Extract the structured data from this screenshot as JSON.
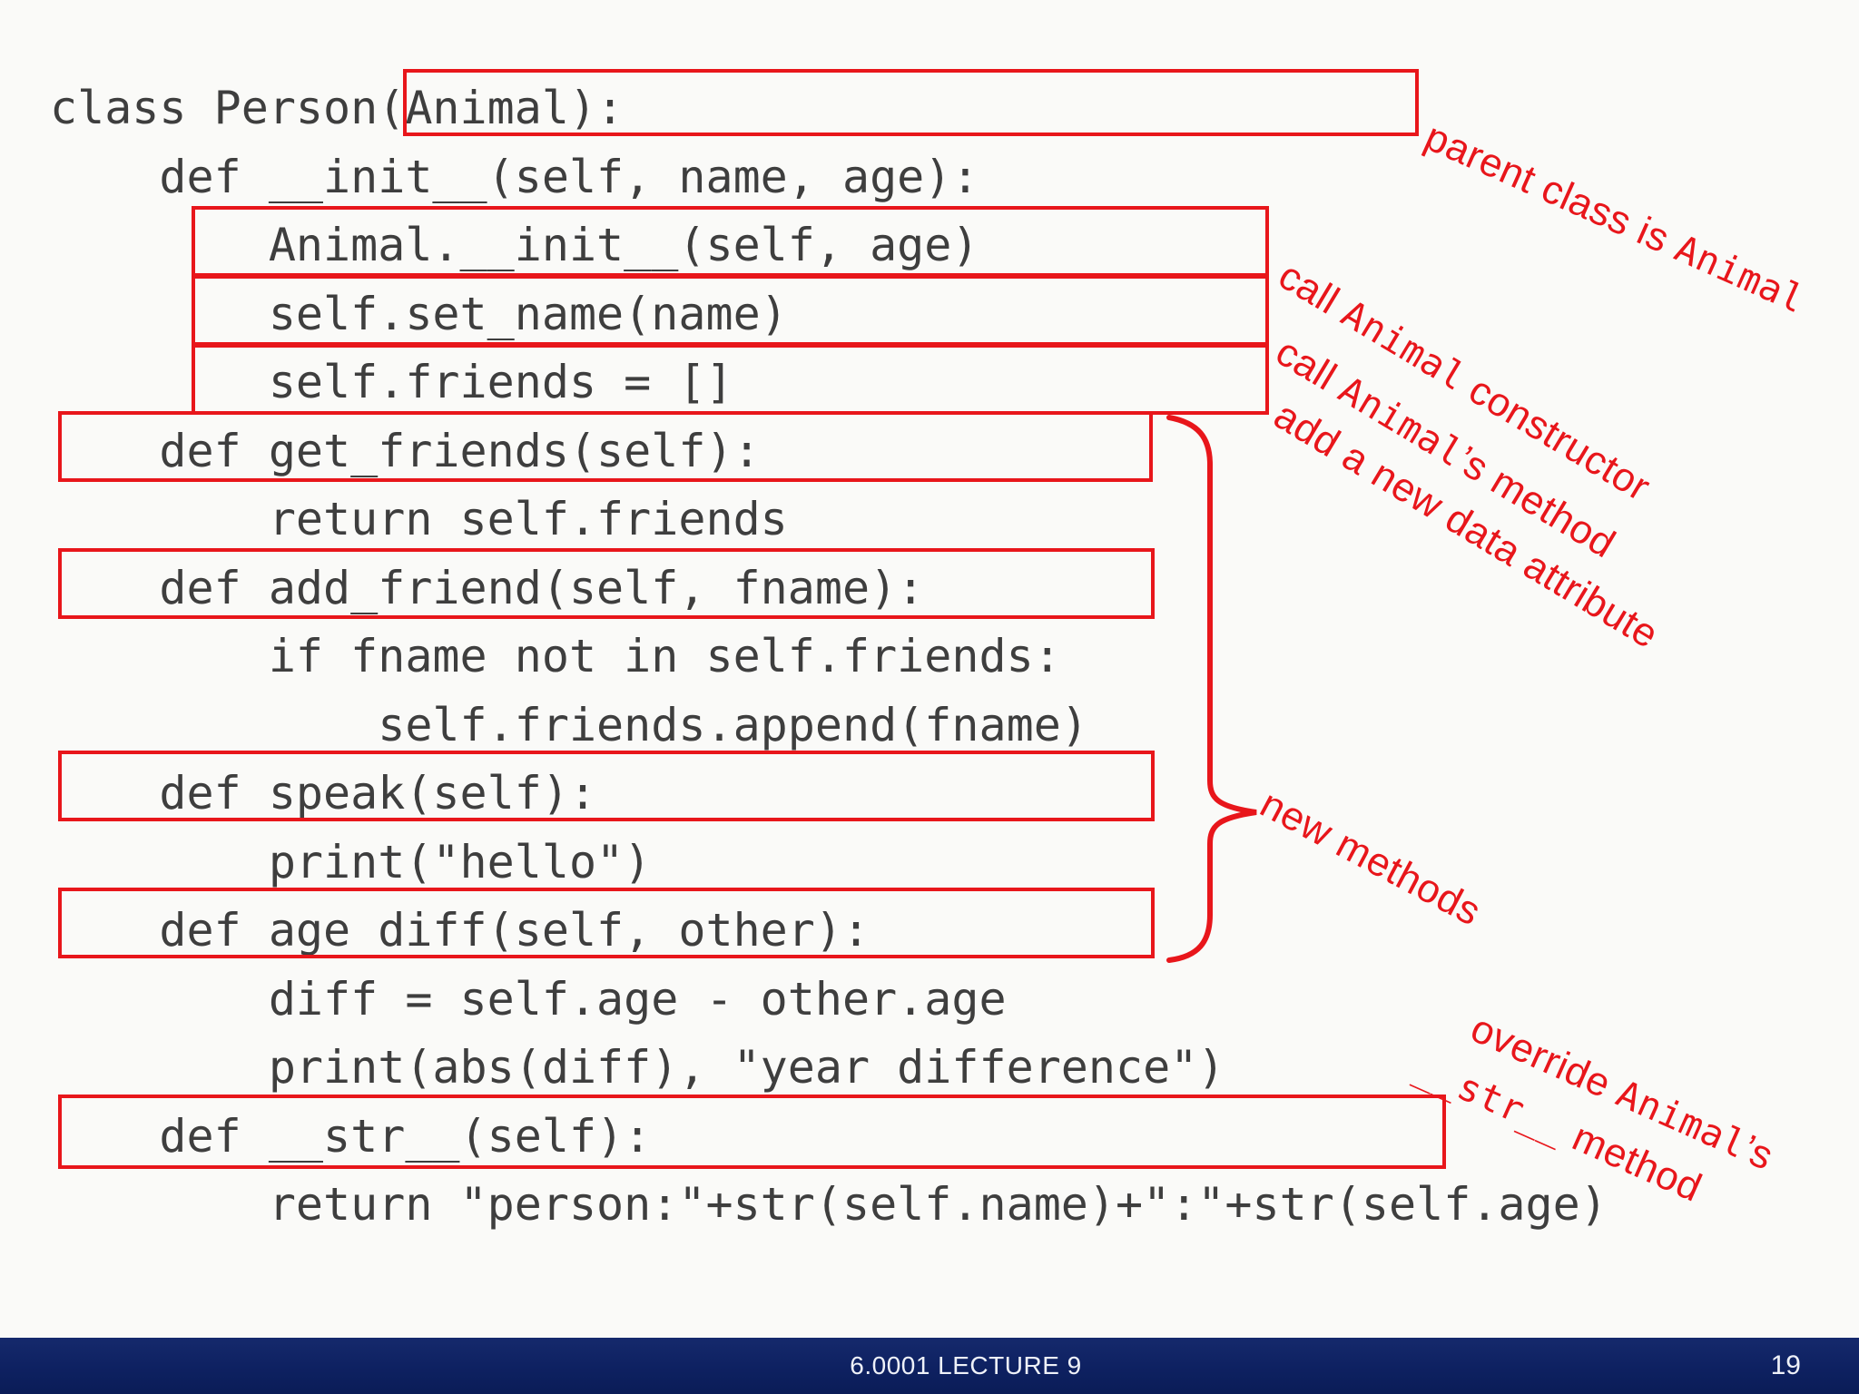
{
  "colors": {
    "annotation_red": "#e8161b",
    "footer_navy": "#0e2161",
    "code_gray": "#3e3e3e",
    "background": "#fafaf8"
  },
  "code": {
    "text": "class Person(Animal):\n    def __init__(self, name, age):\n        Animal.__init__(self, age)\n        self.set_name(name)\n        self.friends = []\n    def get_friends(self):\n        return self.friends\n    def add_friend(self, fname):\n        if fname not in self.friends:\n            self.friends.append(fname)\n    def speak(self):\n        print(\"hello\")\n    def age_diff(self, other):\n        diff = self.age - other.age\n        print(abs(diff), \"year difference\")\n    def __str__(self):\n        return \"person:\"+str(self.name)+\":\"+str(self.age)"
  },
  "annotations": {
    "parent": {
      "pre": "parent class is ",
      "mono": "Animal",
      "post": ""
    },
    "call_ctor": {
      "pre": "call ",
      "mono": "Animal",
      "post": " constructor"
    },
    "call_method": {
      "pre": "call ",
      "mono": "Animal",
      "post": "’s method"
    },
    "add_attr": {
      "text": "add a new data attribute"
    },
    "new_methods": {
      "text": "new methods"
    },
    "override_l1": {
      "pre": "override ",
      "mono": "Animal",
      "post": "’s"
    },
    "override_l2": {
      "mono": "__str__",
      "post": " method"
    }
  },
  "footer": {
    "lecture": "6.0001 LECTURE 9",
    "page": "19"
  }
}
